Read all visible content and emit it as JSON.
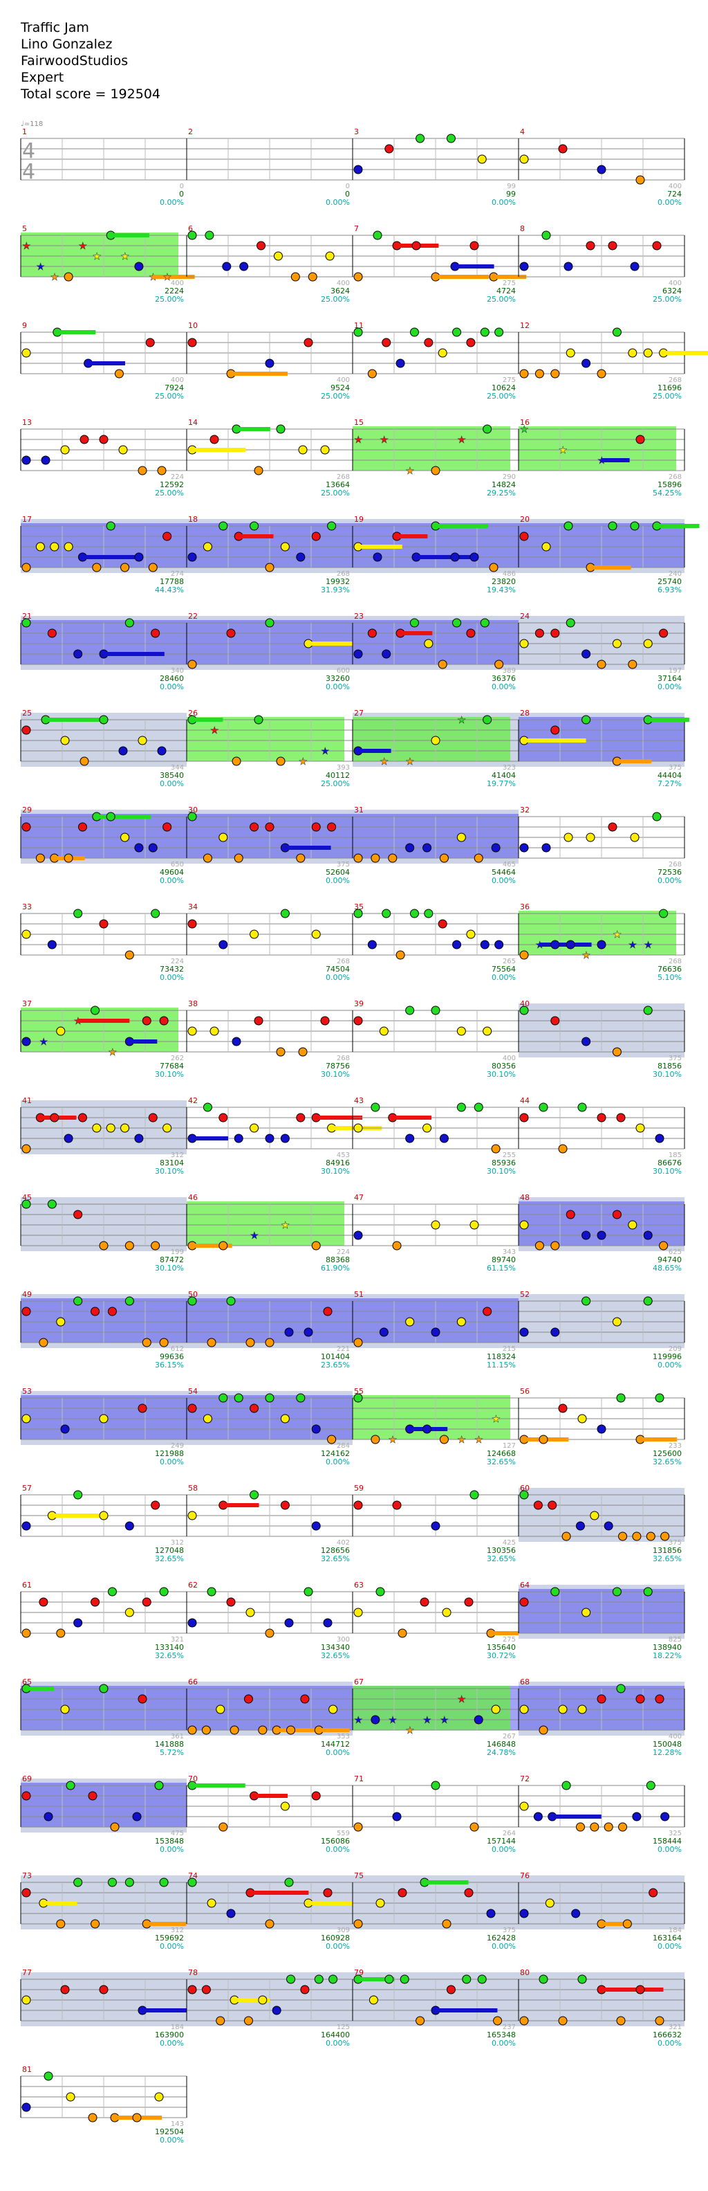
{
  "song": {
    "title": "Traffic Jam",
    "artist": "Lino Gonzalez",
    "charter": "FairwoodStudios",
    "difficulty": "Expert",
    "total_score_label": "Total score = 192504"
  },
  "tempo_label": "♩=118",
  "time_signature": [
    "4",
    "4"
  ],
  "colors": {
    "green": "#22dd22",
    "red": "#ee1111",
    "yellow": "#ffee00",
    "blue": "#1111cc",
    "orange": "#ff9900",
    "purple": "#8800aa",
    "measure_number": "#cc0000",
    "score": "#006600",
    "percent": "#00aaaa",
    "overdrive_fill": "#66ee44",
    "solo_fill": "#5555ee",
    "solo_band": "#ccd4e6"
  },
  "legend_star_icon": "star-icon",
  "measures": [
    {
      "n": "1",
      "score": "0",
      "percent": "0.00%",
      "delta": "0"
    },
    {
      "n": "2",
      "score": "0",
      "percent": "0.00%",
      "delta": "0"
    },
    {
      "n": "3",
      "score": "99",
      "percent": "0.00%",
      "delta": "99"
    },
    {
      "n": "4",
      "score": "724",
      "percent": "0.00%",
      "delta": "400"
    },
    {
      "n": "5",
      "score": "2224",
      "percent": "25.00%",
      "delta": "400"
    },
    {
      "n": "6",
      "score": "3624",
      "percent": "25.00%",
      "delta": "400"
    },
    {
      "n": "7",
      "score": "4724",
      "percent": "25.00%",
      "delta": "275"
    },
    {
      "n": "8",
      "score": "6324",
      "percent": "25.00%",
      "delta": "400"
    },
    {
      "n": "9",
      "score": "7924",
      "percent": "25.00%",
      "delta": "400"
    },
    {
      "n": "10",
      "score": "9524",
      "percent": "25.00%",
      "delta": "400"
    },
    {
      "n": "11",
      "score": "10624",
      "percent": "25.00%",
      "delta": "275"
    },
    {
      "n": "12",
      "score": "11696",
      "percent": "25.00%",
      "delta": "268"
    },
    {
      "n": "13",
      "score": "12592",
      "percent": "25.00%",
      "delta": "224"
    },
    {
      "n": "14",
      "score": "13664",
      "percent": "25.00%",
      "delta": "268"
    },
    {
      "n": "15",
      "score": "14824",
      "percent": "29.25%",
      "delta": "290"
    },
    {
      "n": "16",
      "score": "15896",
      "percent": "54.25%",
      "delta": "268"
    },
    {
      "n": "17",
      "score": "17788",
      "percent": "44.43%",
      "delta": "274"
    },
    {
      "n": "18",
      "score": "19932",
      "percent": "31.93%",
      "delta": "268"
    },
    {
      "n": "19",
      "score": "23820",
      "percent": "19.43%",
      "delta": "486"
    },
    {
      "n": "20",
      "score": "25740",
      "percent": "6.93%",
      "delta": "240"
    },
    {
      "n": "21",
      "score": "28460",
      "percent": "0.00%",
      "delta": "340"
    },
    {
      "n": "22",
      "score": "33260",
      "percent": "0.00%",
      "delta": "600"
    },
    {
      "n": "23",
      "score": "36376",
      "percent": "0.00%",
      "delta": "389"
    },
    {
      "n": "24",
      "score": "37164",
      "percent": "0.00%",
      "delta": "197"
    },
    {
      "n": "25",
      "score": "38540",
      "percent": "0.00%",
      "delta": "344"
    },
    {
      "n": "26",
      "score": "40112",
      "percent": "25.00%",
      "delta": "393"
    },
    {
      "n": "27",
      "score": "41404",
      "percent": "19.77%",
      "delta": "323"
    },
    {
      "n": "28",
      "score": "44404",
      "percent": "7.27%",
      "delta": "375"
    },
    {
      "n": "29",
      "score": "49604",
      "percent": "0.00%",
      "delta": "650"
    },
    {
      "n": "30",
      "score": "52604",
      "percent": "0.00%",
      "delta": "375"
    },
    {
      "n": "31",
      "score": "54464",
      "percent": "0.00%",
      "delta": "465"
    },
    {
      "n": "32",
      "score": "72536",
      "percent": "0.00%",
      "delta": "268"
    },
    {
      "n": "33",
      "score": "73432",
      "percent": "0.00%",
      "delta": "224"
    },
    {
      "n": "34",
      "score": "74504",
      "percent": "0.00%",
      "delta": "268"
    },
    {
      "n": "35",
      "score": "75564",
      "percent": "0.00%",
      "delta": "265"
    },
    {
      "n": "36",
      "score": "76636",
      "percent": "5.10%",
      "delta": "268"
    },
    {
      "n": "37",
      "score": "77684",
      "percent": "30.10%",
      "delta": "262"
    },
    {
      "n": "38",
      "score": "78756",
      "percent": "30.10%",
      "delta": "268"
    },
    {
      "n": "39",
      "score": "80356",
      "percent": "30.10%",
      "delta": "400"
    },
    {
      "n": "40",
      "score": "81856",
      "percent": "30.10%",
      "delta": "375"
    },
    {
      "n": "41",
      "score": "83104",
      "percent": "30.10%",
      "delta": "312"
    },
    {
      "n": "42",
      "score": "84916",
      "percent": "30.10%",
      "delta": "453"
    },
    {
      "n": "43",
      "score": "85936",
      "percent": "30.10%",
      "delta": "255"
    },
    {
      "n": "44",
      "score": "86676",
      "percent": "30.10%",
      "delta": "185"
    },
    {
      "n": "45",
      "score": "87472",
      "percent": "30.10%",
      "delta": "199"
    },
    {
      "n": "46",
      "score": "88368",
      "percent": "61.90%",
      "delta": "224"
    },
    {
      "n": "47",
      "score": "89740",
      "percent": "61.15%",
      "delta": "343"
    },
    {
      "n": "48",
      "score": "94740",
      "percent": "48.65%",
      "delta": "625"
    },
    {
      "n": "49",
      "score": "99636",
      "percent": "36.15%",
      "delta": "612"
    },
    {
      "n": "50",
      "score": "101404",
      "percent": "23.65%",
      "delta": "221"
    },
    {
      "n": "51",
      "score": "118324",
      "percent": "11.15%",
      "delta": "215"
    },
    {
      "n": "52",
      "score": "119996",
      "percent": "0.00%",
      "delta": "209"
    },
    {
      "n": "53",
      "score": "121988",
      "percent": "0.00%",
      "delta": "249"
    },
    {
      "n": "54",
      "score": "124162",
      "percent": "0.00%",
      "delta": "284"
    },
    {
      "n": "55",
      "score": "124668",
      "percent": "32.65%",
      "delta": "127"
    },
    {
      "n": "56",
      "score": "125600",
      "percent": "32.65%",
      "delta": "233"
    },
    {
      "n": "57",
      "score": "127048",
      "percent": "32.65%",
      "delta": "312"
    },
    {
      "n": "58",
      "score": "128656",
      "percent": "32.65%",
      "delta": "402"
    },
    {
      "n": "59",
      "score": "130356",
      "percent": "32.65%",
      "delta": "425"
    },
    {
      "n": "60",
      "score": "131856",
      "percent": "32.65%",
      "delta": "375"
    },
    {
      "n": "61",
      "score": "133140",
      "percent": "32.65%",
      "delta": "321"
    },
    {
      "n": "62",
      "score": "134340",
      "percent": "32.65%",
      "delta": "300"
    },
    {
      "n": "63",
      "score": "135640",
      "percent": "30.72%",
      "delta": "275"
    },
    {
      "n": "64",
      "score": "138940",
      "percent": "18.22%",
      "delta": "825"
    },
    {
      "n": "65",
      "score": "141888",
      "percent": "5.72%",
      "delta": "361"
    },
    {
      "n": "66",
      "score": "144712",
      "percent": "0.00%",
      "delta": "353"
    },
    {
      "n": "67",
      "score": "146848",
      "percent": "24.78%",
      "delta": "267"
    },
    {
      "n": "68",
      "score": "150048",
      "percent": "12.28%",
      "delta": "400"
    },
    {
      "n": "69",
      "score": "153848",
      "percent": "0.00%",
      "delta": "475"
    },
    {
      "n": "70",
      "score": "156086",
      "percent": "0.00%",
      "delta": "559"
    },
    {
      "n": "71",
      "score": "157144",
      "percent": "0.00%",
      "delta": "264"
    },
    {
      "n": "72",
      "score": "158444",
      "percent": "0.00%",
      "delta": "325"
    },
    {
      "n": "73",
      "score": "159692",
      "percent": "0.00%",
      "delta": "312"
    },
    {
      "n": "74",
      "score": "160928",
      "percent": "0.00%",
      "delta": "309"
    },
    {
      "n": "75",
      "score": "162428",
      "percent": "0.00%",
      "delta": "375"
    },
    {
      "n": "76",
      "score": "163164",
      "percent": "0.00%",
      "delta": "184"
    },
    {
      "n": "77",
      "score": "163900",
      "percent": "0.00%",
      "delta": "184"
    },
    {
      "n": "78",
      "score": "164400",
      "percent": "0.00%",
      "delta": "125"
    },
    {
      "n": "79",
      "score": "165348",
      "percent": "0.00%",
      "delta": "237"
    },
    {
      "n": "80",
      "score": "166632",
      "percent": "0.00%",
      "delta": "321"
    },
    {
      "n": "81",
      "score": "192504",
      "percent": "0.00%",
      "delta": "143"
    }
  ]
}
